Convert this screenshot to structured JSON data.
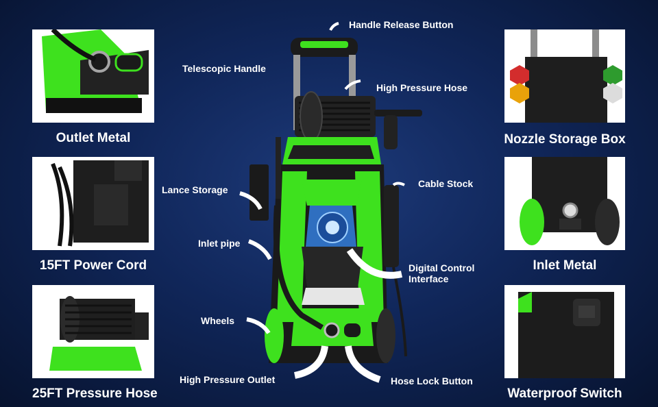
{
  "brand_colors": {
    "accent_green": "#3ee11e",
    "body_black": "#1a1a1a",
    "background_navy": "#0f2557"
  },
  "left_panels": [
    {
      "caption": "Outlet Metal"
    },
    {
      "caption": "15FT Power Cord"
    },
    {
      "caption": "25FT Pressure Hose"
    }
  ],
  "right_panels": [
    {
      "caption": "Nozzle Storage Box"
    },
    {
      "caption": "Inlet Metal"
    },
    {
      "caption": "Waterproof Switch"
    }
  ],
  "callouts": {
    "handle_release_button": "Handle Release Button",
    "telescopic_handle": "Telescopic Handle",
    "high_pressure_hose": "High Pressure Hose",
    "lance_storage": "Lance Storage",
    "cable_stock": "Cable Stock",
    "inlet_pipe": "Inlet pipe",
    "digital_control_interface_line1": "Digital Control",
    "digital_control_interface_line2": "Interface",
    "wheels": "Wheels",
    "high_pressure_outlet": "High Pressure Outlet",
    "hose_lock_button": "Hose Lock Button"
  },
  "icons": [
    "arrow-icon"
  ]
}
